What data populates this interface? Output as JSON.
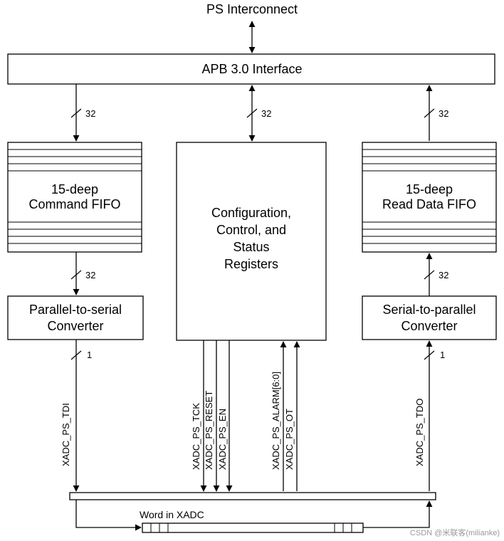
{
  "top_label": "PS Interconnect",
  "apb_label": "APB 3.0 Interface",
  "bus_width_32": "32",
  "bus_width_1": "1",
  "cmd_fifo": {
    "line1": "15-deep",
    "line2": "Command FIFO"
  },
  "read_fifo": {
    "line1": "15-deep",
    "line2": "Read Data FIFO"
  },
  "registers": {
    "line1": "Configuration,",
    "line2": "Control, and",
    "line3": "Status",
    "line4": "Registers"
  },
  "p2s": {
    "line1": "Parallel-to-serial",
    "line2": "Converter"
  },
  "s2p": {
    "line1": "Serial-to-parallel",
    "line2": "Converter"
  },
  "signals": {
    "tdi": "XADC_PS_TDI",
    "tck": "XADC_PS_TCK",
    "reset": "XADC_PS_RESET",
    "en": "XADC_PS_EN",
    "alarm": "XADC_PS_ALARM[6:0]",
    "ot": "XADC_PS_OT",
    "tdo": "XADC_PS_TDO"
  },
  "word_label": "Word in XADC",
  "watermark": "CSDN @米联客(milianke)",
  "colors": {
    "line": "#000000",
    "fill": "#ffffff",
    "watermark": "#9a9a9a"
  }
}
